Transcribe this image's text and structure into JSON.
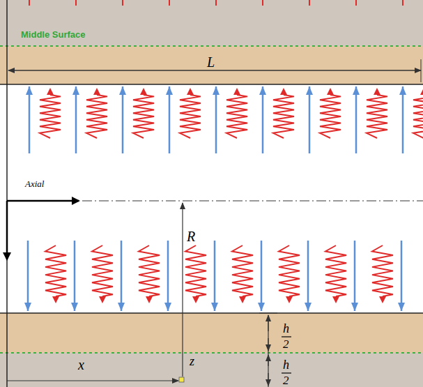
{
  "diagram": {
    "labels": [
      "Middle Surface",
      "L",
      "Axial",
      "R",
      "h",
      "2",
      "h",
      "2",
      "x",
      "z"
    ]
  }
}
